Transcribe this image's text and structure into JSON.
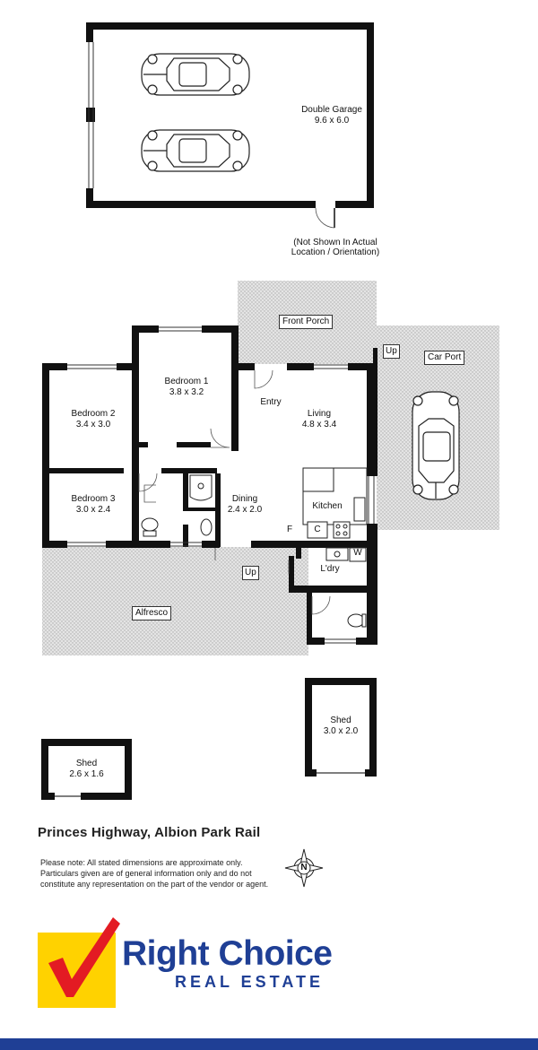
{
  "garage": {
    "name": "Double Garage",
    "size": "9.6 x 6.0",
    "note_line1": "(Not Shown In Actual",
    "note_line2": "Location / Orientation)"
  },
  "rooms": {
    "front_porch": "Front Porch",
    "car_port": "Car Port",
    "up_top": "Up",
    "up_bottom": "Up",
    "bedroom1": {
      "name": "Bedroom 1",
      "size": "3.8 x 3.2"
    },
    "bedroom2": {
      "name": "Bedroom 2",
      "size": "3.4 x 3.0"
    },
    "bedroom3": {
      "name": "Bedroom 3",
      "size": "3.0 x 2.4"
    },
    "entry": "Entry",
    "living": {
      "name": "Living",
      "size": "4.8 x 3.4"
    },
    "kitchen": "Kitchen",
    "dining": {
      "name": "Dining",
      "size": "2.4 x 2.0"
    },
    "fridge": "F",
    "cooktop": "C",
    "washer": "W",
    "laundry": "L'dry",
    "alfresco": "Alfresco"
  },
  "sheds": [
    {
      "name": "Shed",
      "size": "3.0 x 2.0"
    },
    {
      "name": "Shed",
      "size": "2.6 x 1.6"
    }
  ],
  "address": "Princes Highway, Albion Park Rail",
  "disclaimer": {
    "line1": "Please note: All stated dimensions are approximate only.",
    "line2": "Particulars given are of general information only and do not",
    "line3": "constitute any representation on the part of the vendor or agent."
  },
  "compass": {
    "label": "N"
  },
  "brand": {
    "name": "Right Choice",
    "tagline": "REAL ESTATE",
    "primary_color": "#1f3f95",
    "tick_color": "#e31b23",
    "box_color": "#ffd200"
  },
  "colors": {
    "wall": "#111111",
    "hatch": "#c9c9c9"
  }
}
